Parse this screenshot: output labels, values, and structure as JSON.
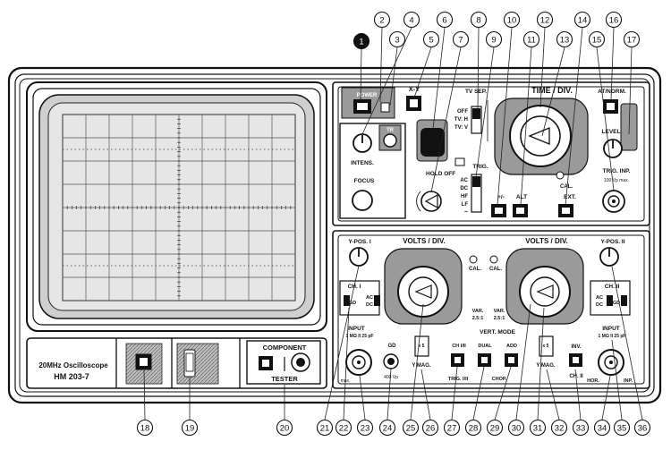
{
  "callouts": [
    "1",
    "2",
    "3",
    "4",
    "5",
    "6",
    "7",
    "8",
    "9",
    "10",
    "11",
    "12",
    "13",
    "14",
    "15",
    "16",
    "17",
    "18",
    "19",
    "20",
    "21",
    "22",
    "23",
    "24",
    "25",
    "26",
    "27",
    "28",
    "29",
    "30",
    "31",
    "32",
    "33",
    "34",
    "35",
    "36"
  ],
  "labels": {
    "power": "POWER",
    "xy": "X-Y",
    "tr": "TR",
    "intens": "INTENS.",
    "focus": "FOCUS",
    "hold_off": "HOLD OFF",
    "tv_sep": "TV SEP.",
    "tv_opts": [
      "OFF",
      "TV: H",
      "TV: V"
    ],
    "trig": "TRIG.",
    "coupling_opts": [
      "AC",
      "DC",
      "HF",
      "LF",
      "~"
    ],
    "plus_minus": "+/-",
    "alt": "ALT",
    "time_div": "TIME / DIV.",
    "cal": "CAL.",
    "ext": "EXT.",
    "at_norm": "AT/NORM.",
    "level": "LEVEL",
    "trig_inp": "TRIG. INP.",
    "trig_inp_spec": "100 Vp max.",
    "ypos1": "Y-POS. I",
    "ypos2": "Y-POS. II",
    "volts_div": "VOLTS / DIV.",
    "ch1": "CH. I",
    "ch2": "CH. II",
    "gd": "GD",
    "ac": "AC",
    "dc": "DC",
    "input": "INPUT",
    "input_spec": "1 MΩ II 25 pF",
    "var": "VAR.",
    "var_ratio": "2.5:1",
    "y_mag": "Y MAG.",
    "x5": "x 5",
    "vert_mode": "VERT. MODE",
    "ch_i_ii": "CH I/II",
    "dual": "DUAL",
    "add": "ADD",
    "trig_i_ii": "TRIG. I/II",
    "chop": "CHOP.",
    "inv": "INV.",
    "ch_ii_btn": "CH. II",
    "hor": "HOR.",
    "inp": "INP.",
    "max": "max.",
    "v400": "400 Vp",
    "model_line1": "20MHz Oscilloscope",
    "model_line2": "HM 203-7",
    "component": "COMPONENT",
    "tester": "TESTER"
  },
  "colors": {
    "ink": "#111111",
    "paper": "#ffffff",
    "panel_gray": "#9a9a9a",
    "screen_gray": "#d6d6d6",
    "knob_ring_gray": "#8a8a8a"
  }
}
